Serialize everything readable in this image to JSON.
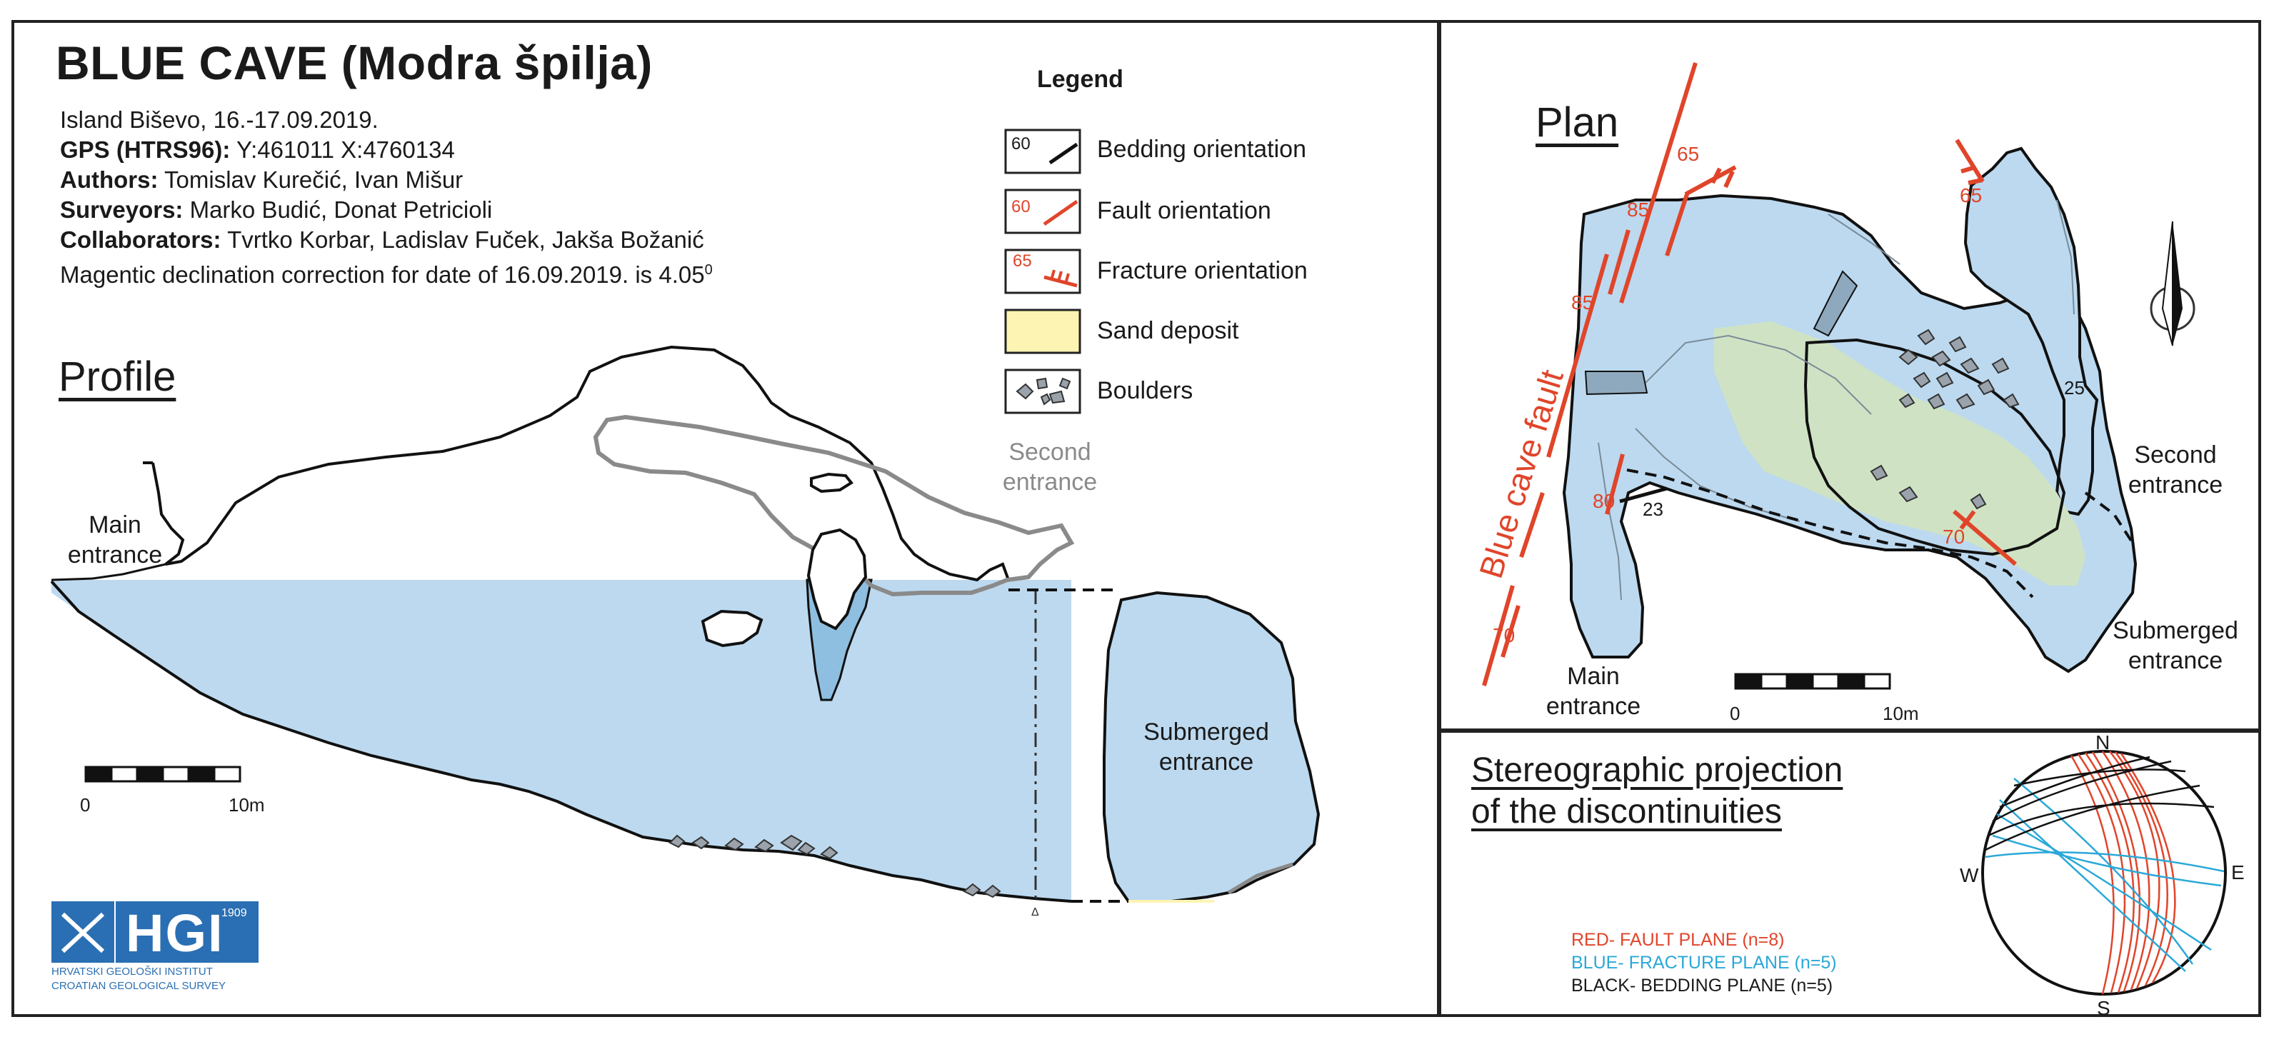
{
  "header": {
    "title": "BLUE CAVE (Modra špilja)",
    "location_date": "Island Biševo, 16.-17.09.2019.",
    "gps_label": "GPS (HTRS96):",
    "gps_value": " Y:461011  X:4760134",
    "authors_label": "Authors:",
    "authors_value": " Tomislav Kurečić, Ivan Mišur",
    "surveyors_label": "Surveyors:",
    "surveyors_value": " Marko Budić, Donat Petricioli",
    "collaborators_label": "Collaborators:",
    "collaborators_value": " Tvrtko Korbar, Ladislav Fuček, Jakša Božanić",
    "declination_text": "Magentic declination correction for date of 16.09.2019. is 4.05",
    "declination_sup": "0"
  },
  "legend": {
    "title": "Legend",
    "items": [
      {
        "label": "Bedding orientation",
        "value": "60"
      },
      {
        "label": "Fault orientation",
        "value": "60"
      },
      {
        "label": "Fracture orientation",
        "value": "65"
      },
      {
        "label": "Sand deposit"
      },
      {
        "label": "Boulders"
      }
    ]
  },
  "profile": {
    "title": "Profile",
    "main_entrance": [
      "Main",
      "entrance"
    ],
    "second_entrance": [
      "Second",
      "entrance"
    ],
    "submerged_entrance": [
      "Submerged",
      "entrance"
    ],
    "scale": {
      "start": "0",
      "end": "10m"
    }
  },
  "plan": {
    "title": "Plan",
    "fault_name": "Blue cave fault",
    "main_entrance": [
      "Main",
      "entrance"
    ],
    "second_entrance": [
      "Second",
      "entrance"
    ],
    "submerged_entrance": [
      "Submerged",
      "entrance"
    ],
    "scale": {
      "start": "0",
      "end": "10m"
    },
    "measurements": {
      "fault_65": "65",
      "fault_85_upper": "85",
      "fault_85_mid": "85",
      "fault_80": "80",
      "fault_70_bottom": "70",
      "fault_70_right": "70",
      "fracture_65_ne": "65",
      "bedding_23": "23",
      "value_25": "25"
    }
  },
  "stereo": {
    "title_line1": "Stereographic projection",
    "title_line2": "of the discontinuities",
    "directions": {
      "n": "N",
      "s": "S",
      "e": "E",
      "w": "W"
    },
    "legend": [
      {
        "label": "RED- FAULT PLANE (n=8)",
        "color": "#e0452a"
      },
      {
        "label": "BLUE- FRACTURE PLANE (n=5)",
        "color": "#2aa8d8"
      },
      {
        "label": "BLACK- BEDDING PLANE (n=5)",
        "color": "#1a1a1a"
      }
    ]
  },
  "logo": {
    "acronym": "HGI",
    "year": "1909",
    "line1": "HRVATSKI GEOLOŠKI INSTITUT",
    "line2": "CROATIAN GEOLOGICAL SURVEY"
  },
  "colors": {
    "water": "#bcd9ef",
    "water_dark": "#8fbfe0",
    "sand": "#fdf4b3",
    "fault_red": "#e0452a",
    "fracture_blue": "#2aa8d8",
    "logo_blue": "#2a6fb3",
    "outline": "#1a1a1a"
  }
}
